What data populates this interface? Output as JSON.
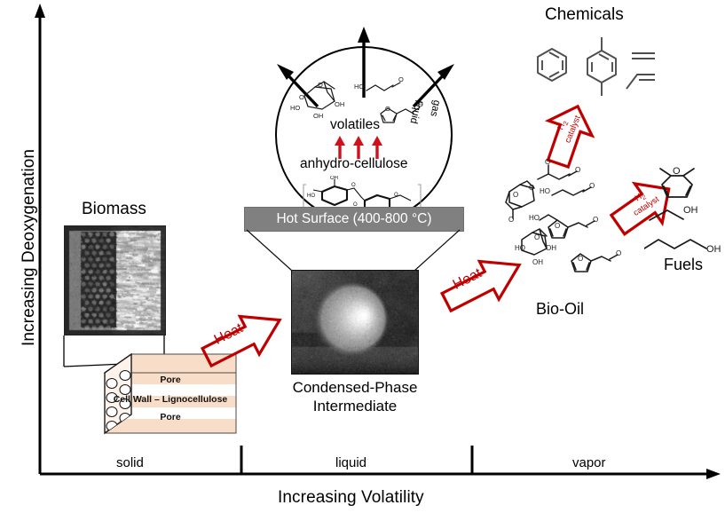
{
  "figure": {
    "type": "biomass-pyrolysis-schematic",
    "y_axis_label": "Increasing Deoxygenation",
    "x_axis_label": "Increasing Volatility",
    "phase_bands": [
      {
        "label": "solid"
      },
      {
        "label": "liquid"
      },
      {
        "label": "vapor"
      }
    ]
  },
  "biomass": {
    "title": "Biomass",
    "sem_caption": "",
    "slab_layers": [
      {
        "label": "Pore"
      },
      {
        "label": "Cell Wall – Lignocellulose"
      },
      {
        "label": "Pore"
      }
    ]
  },
  "reaction_zone": {
    "hot_surface": "Hot Surface (400-800 °C)",
    "volatiles_label": "volatiles",
    "precursor_label": "anhydro-cellulose",
    "phase_inside": "liquid",
    "phase_outside": "gas",
    "molecules_top": [
      "levoglucosan",
      "glycolaldehyde",
      "furfural"
    ],
    "molecule_bottom": "cellulose-chain"
  },
  "condensed": {
    "caption_line1": "Condensed-Phase",
    "caption_line2": "Intermediate"
  },
  "bio_oil": {
    "title": "Bio-Oil",
    "molecules": [
      "pyruvaldehyde",
      "levoglucosenone",
      "glycolaldehyde",
      "hydroxymethylfurfural",
      "levoglucosan",
      "furfural"
    ]
  },
  "chemicals": {
    "title": "Chemicals",
    "molecules": [
      "benzene",
      "p-xylene",
      "ethylene",
      "propylene"
    ]
  },
  "fuels": {
    "title": "Fuels",
    "molecules": [
      "2,5-dimethylfuran",
      "ethanol",
      "butanol"
    ]
  },
  "arrows": {
    "heat_left": {
      "label": "Heat"
    },
    "heat_right": {
      "label": "Heat"
    },
    "catalyst_up": {
      "line1": "H",
      "sub": "2",
      "line2": "catalyst"
    },
    "catalyst_right": {
      "line1": "H",
      "sub": "2",
      "line2": "catalyst"
    }
  },
  "colors": {
    "accent_red": "#c00000",
    "volatile_arrow_red": "#d0111b",
    "hot_surface_gray": "#808080",
    "slab_peach": "#fae0cc",
    "slab_white": "#ffffff",
    "molecule_gray": "#4d4d4d",
    "axis_black": "#000000"
  }
}
